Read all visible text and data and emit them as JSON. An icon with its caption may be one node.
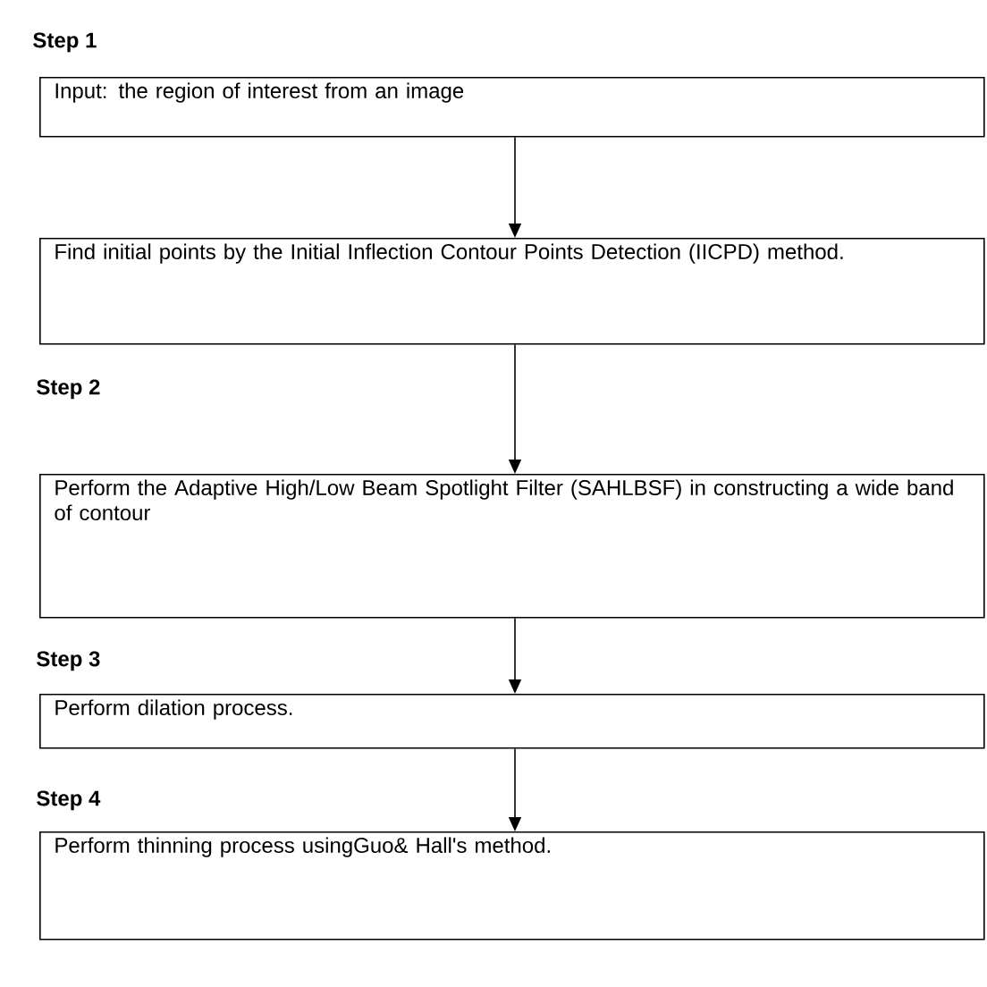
{
  "diagram": {
    "nodes": [
      {
        "text": [
          "Input: the region of interest from an image"
        ]
      },
      {
        "text": [
          "Find initial points by the Initial Inflection Contour Points Detection (IICPD) method."
        ]
      },
      {
        "text": [
          "Perform the Adaptive High/Low Beam Spotlight Filter (SAHLBSF) in constructing a wide band of contour"
        ]
      },
      {
        "text": [
          "Perform dilation process."
        ]
      },
      {
        "text": [
          "Perform thinning process usingGuo& Hall's method."
        ]
      }
    ],
    "edges": [
      {
        "from": 0,
        "to": 1,
        "arrow": "to"
      },
      {
        "from": 1,
        "to": 2,
        "arrow": "to"
      },
      {
        "from": 2,
        "to": 3,
        "arrow": "to"
      },
      {
        "from": 3,
        "to": 4,
        "arrow": "to"
      }
    ],
    "labels": [
      "Step 1",
      "Step 2",
      "Step 3",
      "Step 4"
    ]
  }
}
